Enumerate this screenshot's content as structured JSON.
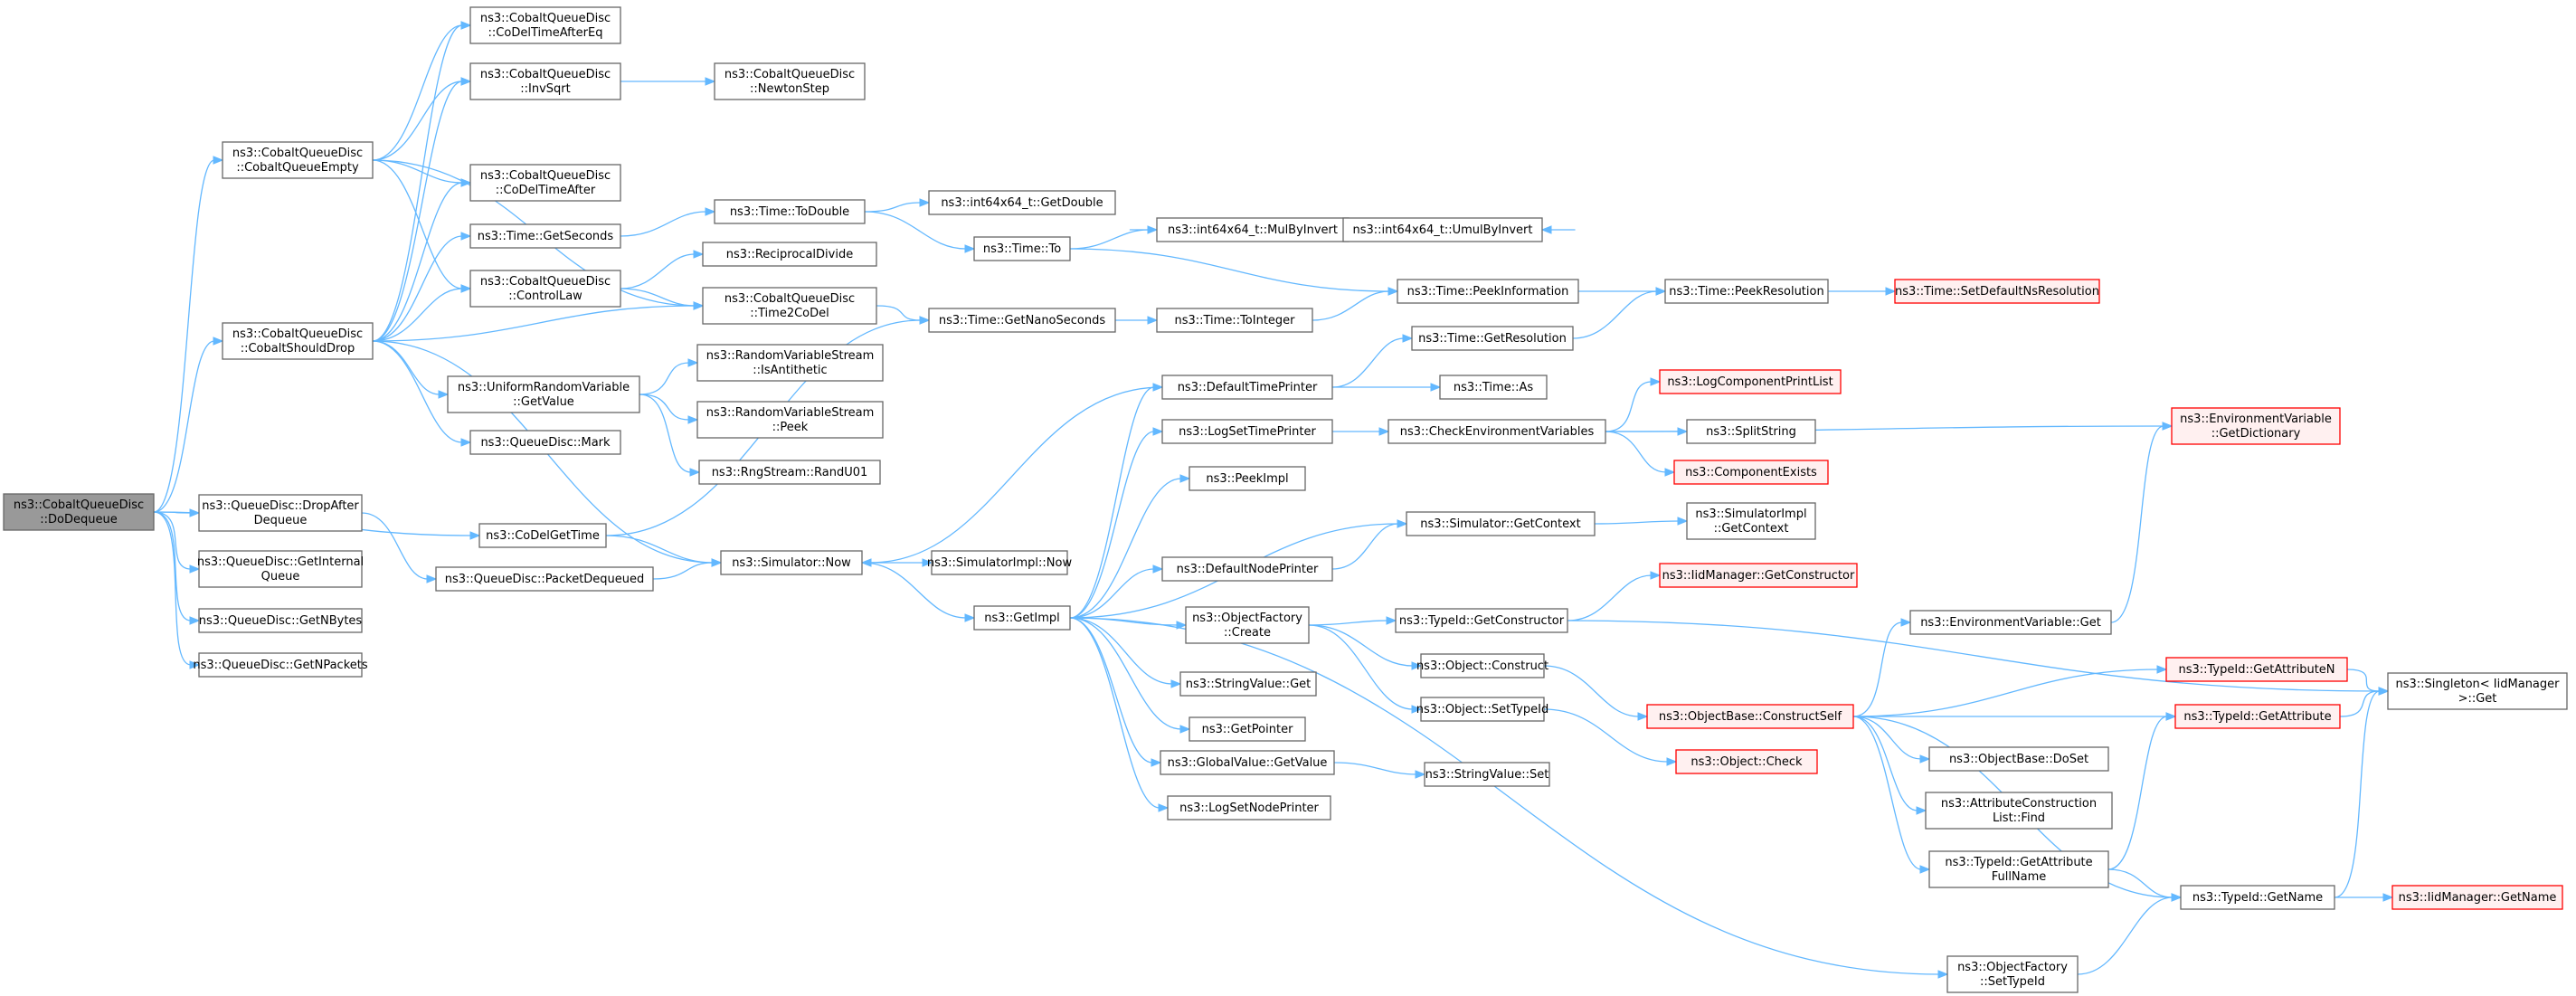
{
  "graph": {
    "title": "",
    "nodes": [
      {
        "id": "n0",
        "lines": [
          "ns3::CobaltQueueDisc",
          "::DoDequeue"
        ],
        "variant": "root"
      },
      {
        "id": "n1",
        "lines": [
          "ns3::CobaltQueueDisc",
          "::CobaltQueueEmpty"
        ],
        "variant": "normal"
      },
      {
        "id": "n2",
        "lines": [
          "ns3::CobaltQueueDisc",
          "::CobaltShouldDrop"
        ],
        "variant": "normal"
      },
      {
        "id": "n3",
        "lines": [
          "ns3::QueueDisc::DropAfter",
          "Dequeue"
        ],
        "variant": "normal"
      },
      {
        "id": "n4",
        "lines": [
          "ns3::QueueDisc::GetInternal",
          "Queue"
        ],
        "variant": "normal"
      },
      {
        "id": "n5",
        "lines": [
          "ns3::QueueDisc::GetNBytes"
        ],
        "variant": "normal"
      },
      {
        "id": "n6",
        "lines": [
          "ns3::QueueDisc::GetNPackets"
        ],
        "variant": "normal"
      },
      {
        "id": "n7",
        "lines": [
          "ns3::CobaltQueueDisc",
          "::CoDelTimeAfterEq"
        ],
        "variant": "normal"
      },
      {
        "id": "n8",
        "lines": [
          "ns3::CobaltQueueDisc",
          "::InvSqrt"
        ],
        "variant": "normal"
      },
      {
        "id": "n9",
        "lines": [
          "ns3::CobaltQueueDisc",
          "::CoDelTimeAfter"
        ],
        "variant": "normal"
      },
      {
        "id": "n10",
        "lines": [
          "ns3::Time::GetSeconds"
        ],
        "variant": "normal"
      },
      {
        "id": "n11",
        "lines": [
          "ns3::CobaltQueueDisc",
          "::ControlLaw"
        ],
        "variant": "normal"
      },
      {
        "id": "n12",
        "lines": [
          "ns3::UniformRandomVariable",
          "::GetValue"
        ],
        "variant": "normal"
      },
      {
        "id": "n13",
        "lines": [
          "ns3::QueueDisc::Mark"
        ],
        "variant": "normal"
      },
      {
        "id": "n14",
        "lines": [
          "ns3::CoDelGetTime"
        ],
        "variant": "normal"
      },
      {
        "id": "n15",
        "lines": [
          "ns3::QueueDisc::PacketDequeued"
        ],
        "variant": "normal"
      },
      {
        "id": "n16",
        "lines": [
          "ns3::CobaltQueueDisc",
          "::NewtonStep"
        ],
        "variant": "normal"
      },
      {
        "id": "n17",
        "lines": [
          "ns3::Time::ToDouble"
        ],
        "variant": "normal"
      },
      {
        "id": "n18",
        "lines": [
          "ns3::ReciprocalDivide"
        ],
        "variant": "normal"
      },
      {
        "id": "n19",
        "lines": [
          "ns3::CobaltQueueDisc",
          "::Time2CoDel"
        ],
        "variant": "normal"
      },
      {
        "id": "n20",
        "lines": [
          "ns3::RandomVariableStream",
          "::IsAntithetic"
        ],
        "variant": "normal"
      },
      {
        "id": "n21",
        "lines": [
          "ns3::RandomVariableStream",
          "::Peek"
        ],
        "variant": "normal"
      },
      {
        "id": "n22",
        "lines": [
          "ns3::RngStream::RandU01"
        ],
        "variant": "normal"
      },
      {
        "id": "n23",
        "lines": [
          "ns3::Simulator::Now"
        ],
        "variant": "normal"
      },
      {
        "id": "n24",
        "lines": [
          "ns3::int64x64_t::GetDouble"
        ],
        "variant": "normal"
      },
      {
        "id": "n25",
        "lines": [
          "ns3::Time::To"
        ],
        "variant": "normal"
      },
      {
        "id": "n26",
        "lines": [
          "ns3::Time::GetNanoSeconds"
        ],
        "variant": "normal"
      },
      {
        "id": "n27",
        "lines": [
          "ns3::SimulatorImpl::Now"
        ],
        "variant": "normal"
      },
      {
        "id": "n28",
        "lines": [
          "ns3::GetImpl"
        ],
        "variant": "normal"
      },
      {
        "id": "n29",
        "lines": [
          "ns3::int64x64_t::MulByInvert"
        ],
        "variant": "normal"
      },
      {
        "id": "n30",
        "lines": [
          "ns3::int64x64_t::UmulByInvert"
        ],
        "variant": "normal"
      },
      {
        "id": "n31",
        "lines": [
          "ns3::Time::ToInteger"
        ],
        "variant": "normal"
      },
      {
        "id": "n32",
        "lines": [
          "ns3::Time::PeekInformation"
        ],
        "variant": "normal"
      },
      {
        "id": "n33",
        "lines": [
          "ns3::Time::PeekResolution"
        ],
        "variant": "normal"
      },
      {
        "id": "n34",
        "lines": [
          "ns3::Time::SetDefaultNsResolution"
        ],
        "variant": "red"
      },
      {
        "id": "n35",
        "lines": [
          "ns3::Time::GetResolution"
        ],
        "variant": "normal"
      },
      {
        "id": "n36",
        "lines": [
          "ns3::DefaultTimePrinter"
        ],
        "variant": "normal"
      },
      {
        "id": "n37",
        "lines": [
          "ns3::Time::As"
        ],
        "variant": "normal"
      },
      {
        "id": "n38",
        "lines": [
          "ns3::LogSetTimePrinter"
        ],
        "variant": "normal"
      },
      {
        "id": "n39",
        "lines": [
          "ns3::CheckEnvironmentVariables"
        ],
        "variant": "normal"
      },
      {
        "id": "n40",
        "lines": [
          "ns3::LogComponentPrintList"
        ],
        "variant": "red"
      },
      {
        "id": "n41",
        "lines": [
          "ns3::SplitString"
        ],
        "variant": "normal"
      },
      {
        "id": "n42",
        "lines": [
          "ns3::ComponentExists"
        ],
        "variant": "red"
      },
      {
        "id": "n43",
        "lines": [
          "ns3::EnvironmentVariable",
          "::GetDictionary"
        ],
        "variant": "red"
      },
      {
        "id": "n44",
        "lines": [
          "ns3::PeekImpl"
        ],
        "variant": "normal"
      },
      {
        "id": "n45",
        "lines": [
          "ns3::Simulator::GetContext"
        ],
        "variant": "normal"
      },
      {
        "id": "n46",
        "lines": [
          "ns3::SimulatorImpl",
          "::GetContext"
        ],
        "variant": "normal"
      },
      {
        "id": "n47",
        "lines": [
          "ns3::DefaultNodePrinter"
        ],
        "variant": "normal"
      },
      {
        "id": "n48",
        "lines": [
          "ns3::IidManager::GetConstructor"
        ],
        "variant": "red"
      },
      {
        "id": "n49",
        "lines": [
          "ns3::ObjectFactory",
          "::Create"
        ],
        "variant": "normal"
      },
      {
        "id": "n50",
        "lines": [
          "ns3::TypeId::GetConstructor"
        ],
        "variant": "normal"
      },
      {
        "id": "n51",
        "lines": [
          "ns3::EnvironmentVariable::Get"
        ],
        "variant": "normal"
      },
      {
        "id": "n52",
        "lines": [
          "ns3::Object::Construct"
        ],
        "variant": "normal"
      },
      {
        "id": "n53",
        "lines": [
          "ns3::StringValue::Get"
        ],
        "variant": "normal"
      },
      {
        "id": "n54",
        "lines": [
          "ns3::TypeId::GetAttributeN"
        ],
        "variant": "red"
      },
      {
        "id": "n55",
        "lines": [
          "ns3::ObjectBase::ConstructSelf"
        ],
        "variant": "red"
      },
      {
        "id": "n56",
        "lines": [
          "ns3::Singleton< IidManager",
          ">::Get"
        ],
        "variant": "normal"
      },
      {
        "id": "n57",
        "lines": [
          "ns3::TypeId::GetAttribute"
        ],
        "variant": "red"
      },
      {
        "id": "n58",
        "lines": [
          "ns3::GetPointer"
        ],
        "variant": "normal"
      },
      {
        "id": "n59",
        "lines": [
          "ns3::Object::SetTypeId"
        ],
        "variant": "normal"
      },
      {
        "id": "n60",
        "lines": [
          "ns3::Object::Check"
        ],
        "variant": "red"
      },
      {
        "id": "n61",
        "lines": [
          "ns3::GlobalValue::GetValue"
        ],
        "variant": "normal"
      },
      {
        "id": "n62",
        "lines": [
          "ns3::StringValue::Set"
        ],
        "variant": "normal"
      },
      {
        "id": "n63",
        "lines": [
          "ns3::ObjectBase::DoSet"
        ],
        "variant": "normal"
      },
      {
        "id": "n64",
        "lines": [
          "ns3::LogSetNodePrinter"
        ],
        "variant": "normal"
      },
      {
        "id": "n65",
        "lines": [
          "ns3::AttributeConstruction",
          "List::Find"
        ],
        "variant": "normal"
      },
      {
        "id": "n66",
        "lines": [
          "ns3::TypeId::GetAttribute",
          "FullName"
        ],
        "variant": "normal"
      },
      {
        "id": "n67",
        "lines": [
          "ns3::TypeId::GetName"
        ],
        "variant": "normal"
      },
      {
        "id": "n68",
        "lines": [
          "ns3::IidManager::GetName"
        ],
        "variant": "red"
      },
      {
        "id": "n69",
        "lines": [
          "ns3::ObjectFactory",
          "::SetTypeId"
        ],
        "variant": "normal"
      }
    ],
    "edges": [
      [
        "n0",
        "n1"
      ],
      [
        "n0",
        "n2"
      ],
      [
        "n0",
        "n3"
      ],
      [
        "n0",
        "n4"
      ],
      [
        "n0",
        "n5"
      ],
      [
        "n0",
        "n6"
      ],
      [
        "n0",
        "n14"
      ],
      [
        "n1",
        "n7"
      ],
      [
        "n1",
        "n8"
      ],
      [
        "n1",
        "n9"
      ],
      [
        "n1",
        "n11"
      ],
      [
        "n1",
        "n19"
      ],
      [
        "n2",
        "n7"
      ],
      [
        "n2",
        "n8"
      ],
      [
        "n2",
        "n9"
      ],
      [
        "n2",
        "n10"
      ],
      [
        "n2",
        "n11"
      ],
      [
        "n2",
        "n12"
      ],
      [
        "n2",
        "n13"
      ],
      [
        "n2",
        "n19"
      ],
      [
        "n2",
        "n23"
      ],
      [
        "n3",
        "n15"
      ],
      [
        "n8",
        "n16"
      ],
      [
        "n10",
        "n17"
      ],
      [
        "n11",
        "n18"
      ],
      [
        "n11",
        "n19"
      ],
      [
        "n12",
        "n20"
      ],
      [
        "n12",
        "n21"
      ],
      [
        "n12",
        "n22"
      ],
      [
        "n14",
        "n23"
      ],
      [
        "n14",
        "n26"
      ],
      [
        "n15",
        "n23"
      ],
      [
        "n17",
        "n24"
      ],
      [
        "n17",
        "n25"
      ],
      [
        "n19",
        "n26"
      ],
      [
        "n23",
        "n27"
      ],
      [
        "n23",
        "n28"
      ],
      [
        "n25",
        "n29"
      ],
      [
        "n25",
        "n32"
      ],
      [
        "n26",
        "n31"
      ],
      [
        "n29",
        "n30"
      ],
      [
        "n31",
        "n32"
      ],
      [
        "n32",
        "n33"
      ],
      [
        "n33",
        "n34"
      ],
      [
        "n35",
        "n33"
      ],
      [
        "n28",
        "n36"
      ],
      [
        "n28",
        "n38"
      ],
      [
        "n28",
        "n44"
      ],
      [
        "n28",
        "n45"
      ],
      [
        "n28",
        "n47"
      ],
      [
        "n28",
        "n49"
      ],
      [
        "n28",
        "n53"
      ],
      [
        "n28",
        "n58"
      ],
      [
        "n28",
        "n61"
      ],
      [
        "n28",
        "n64"
      ],
      [
        "n28",
        "n69"
      ],
      [
        "n36",
        "n23"
      ],
      [
        "n36",
        "n35"
      ],
      [
        "n36",
        "n37"
      ],
      [
        "n38",
        "n39"
      ],
      [
        "n39",
        "n40"
      ],
      [
        "n39",
        "n41"
      ],
      [
        "n39",
        "n42"
      ],
      [
        "n39",
        "n43"
      ],
      [
        "n45",
        "n46"
      ],
      [
        "n47",
        "n45"
      ],
      [
        "n49",
        "n50"
      ],
      [
        "n49",
        "n52"
      ],
      [
        "n49",
        "n59"
      ],
      [
        "n50",
        "n48"
      ],
      [
        "n50",
        "n56"
      ],
      [
        "n52",
        "n55"
      ],
      [
        "n59",
        "n60"
      ],
      [
        "n61",
        "n62"
      ],
      [
        "n55",
        "n51"
      ],
      [
        "n55",
        "n54"
      ],
      [
        "n55",
        "n57"
      ],
      [
        "n55",
        "n63"
      ],
      [
        "n55",
        "n65"
      ],
      [
        "n55",
        "n66"
      ],
      [
        "n55",
        "n67"
      ],
      [
        "n51",
        "n43"
      ],
      [
        "n54",
        "n56"
      ],
      [
        "n57",
        "n56"
      ],
      [
        "n66",
        "n57"
      ],
      [
        "n66",
        "n67"
      ],
      [
        "n67",
        "n56"
      ],
      [
        "n67",
        "n68"
      ],
      [
        "n69",
        "n67"
      ]
    ]
  }
}
